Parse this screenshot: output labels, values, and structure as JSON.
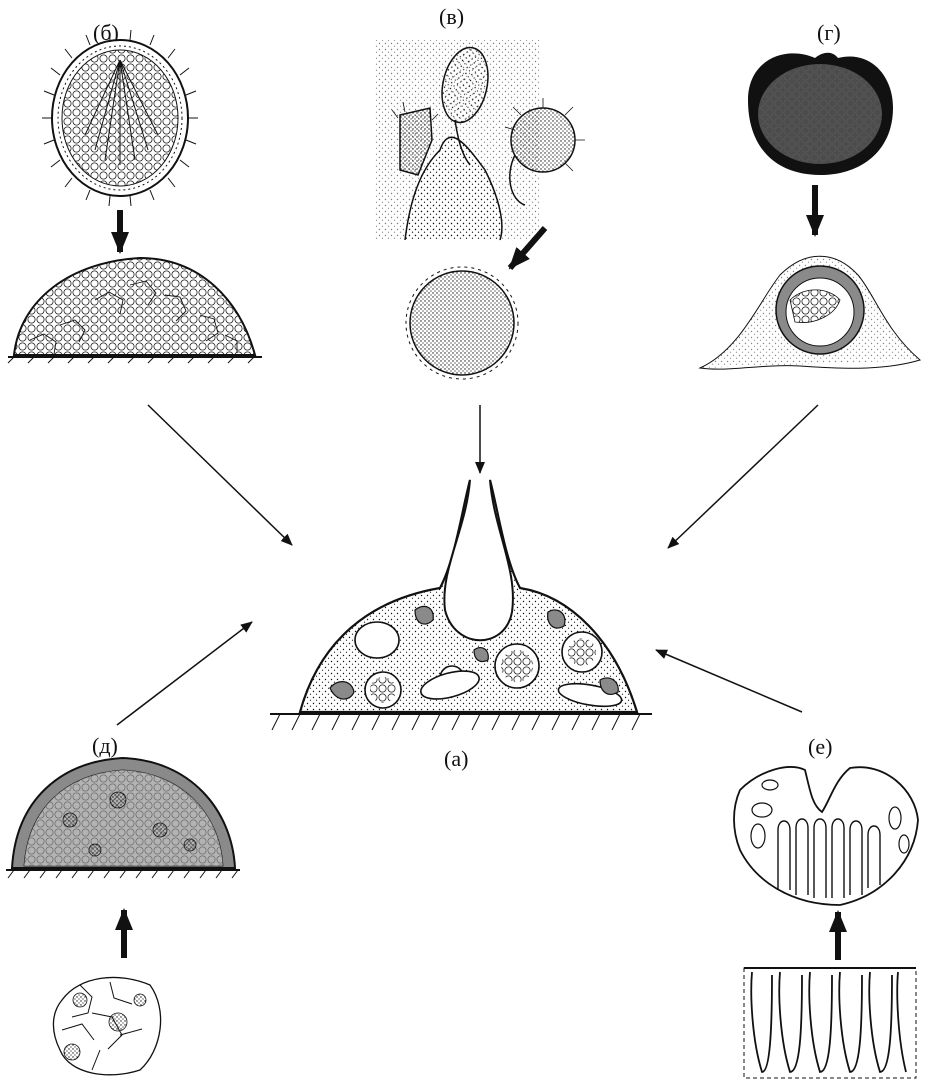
{
  "labels": {
    "a": "(а)",
    "b": "(б)",
    "v": "(в)",
    "g": "(г)",
    "d": "(д)",
    "e": "(е)"
  },
  "colors": {
    "ink": "#111111",
    "shade": "#8a8a8a",
    "light_shade": "#bdbdbd",
    "background": "#ffffff"
  }
}
